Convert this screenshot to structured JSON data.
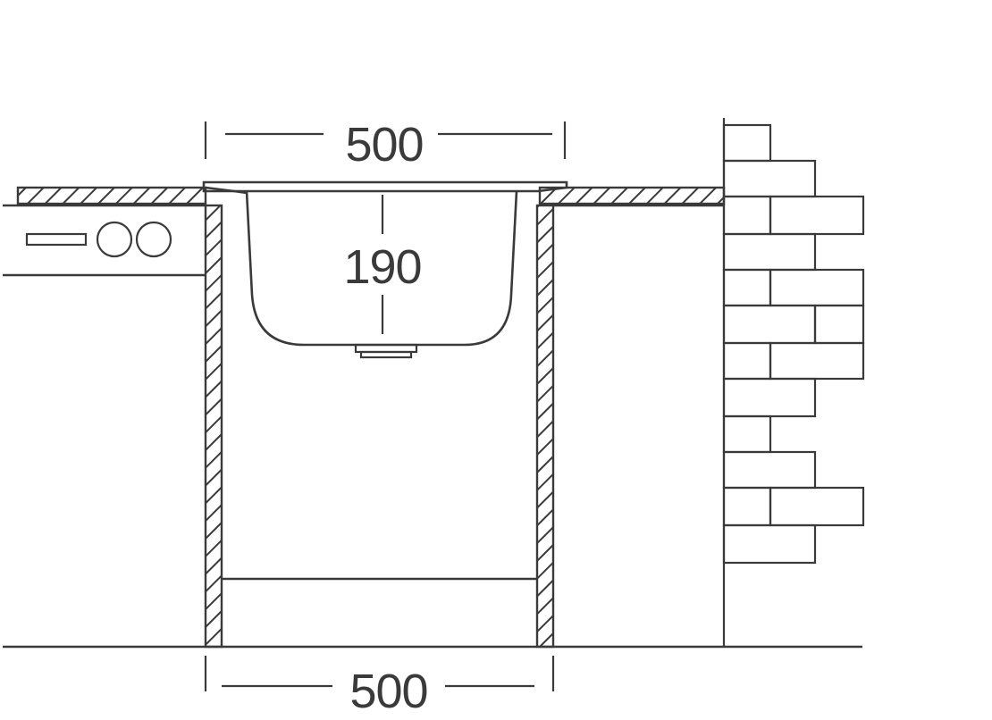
{
  "dimensions": {
    "top_width": "500",
    "bowl_depth": "190",
    "bottom_width": "500"
  },
  "colors": {
    "line": "#3a3a3a",
    "background": "#ffffff"
  }
}
